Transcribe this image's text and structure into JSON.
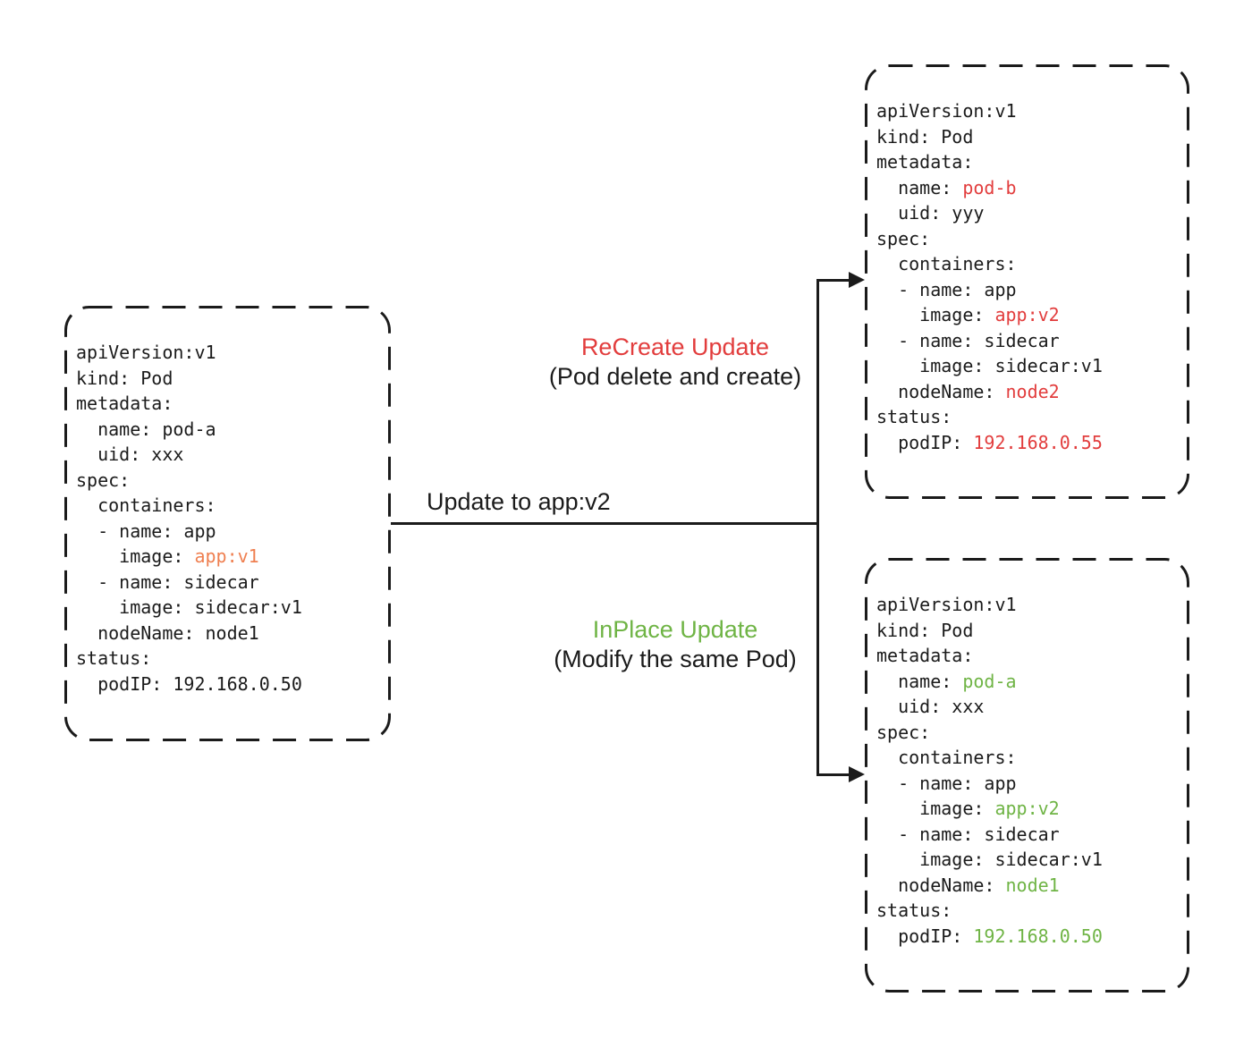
{
  "colors": {
    "ink": "#1b1b1b",
    "red": "#e23d3d",
    "green": "#6fb445",
    "orange": "#ef7f50"
  },
  "labels": {
    "recreate_title": "ReCreate Update",
    "recreate_sub": "(Pod delete and create)",
    "inplace_title": "InPlace Update",
    "inplace_sub": "(Modify the same Pod)",
    "update_to": "Update to app:v2"
  },
  "boxes": {
    "pod_original": {
      "lines": [
        [
          {
            "text": "apiVersion:v1"
          }
        ],
        [
          {
            "text": "kind: Pod"
          }
        ],
        [
          {
            "text": "metadata:"
          }
        ],
        [
          {
            "text": "  name: pod-a"
          }
        ],
        [
          {
            "text": "  uid: xxx"
          }
        ],
        [
          {
            "text": "spec:"
          }
        ],
        [
          {
            "text": "  containers:"
          }
        ],
        [
          {
            "text": "  - name: app"
          }
        ],
        [
          {
            "text": "    image: "
          },
          {
            "text": "app:v1",
            "color": "orange"
          }
        ],
        [
          {
            "text": "  - name: sidecar"
          }
        ],
        [
          {
            "text": "    image: sidecar:v1"
          }
        ],
        [
          {
            "text": "  nodeName: node1"
          }
        ],
        [
          {
            "text": "status:"
          }
        ],
        [
          {
            "text": "  podIP: 192.168.0.50"
          }
        ]
      ]
    },
    "pod_recreate": {
      "lines": [
        [
          {
            "text": "apiVersion:v1"
          }
        ],
        [
          {
            "text": "kind: Pod"
          }
        ],
        [
          {
            "text": "metadata:"
          }
        ],
        [
          {
            "text": "  name: "
          },
          {
            "text": "pod-b",
            "color": "red"
          }
        ],
        [
          {
            "text": "  uid: yyy"
          }
        ],
        [
          {
            "text": "spec:"
          }
        ],
        [
          {
            "text": "  containers:"
          }
        ],
        [
          {
            "text": "  - name: app"
          }
        ],
        [
          {
            "text": "    image: "
          },
          {
            "text": "app:v2",
            "color": "red"
          }
        ],
        [
          {
            "text": "  - name: sidecar"
          }
        ],
        [
          {
            "text": "    image: sidecar:v1"
          }
        ],
        [
          {
            "text": "  nodeName: "
          },
          {
            "text": "node2",
            "color": "red"
          }
        ],
        [
          {
            "text": "status:"
          }
        ],
        [
          {
            "text": "  podIP: "
          },
          {
            "text": "192.168.0.55",
            "color": "red"
          }
        ]
      ]
    },
    "pod_inplace": {
      "lines": [
        [
          {
            "text": "apiVersion:v1"
          }
        ],
        [
          {
            "text": "kind: Pod"
          }
        ],
        [
          {
            "text": "metadata:"
          }
        ],
        [
          {
            "text": "  name: "
          },
          {
            "text": "pod-a",
            "color": "green"
          }
        ],
        [
          {
            "text": "  uid: xxx"
          }
        ],
        [
          {
            "text": "spec:"
          }
        ],
        [
          {
            "text": "  containers:"
          }
        ],
        [
          {
            "text": "  - name: app"
          }
        ],
        [
          {
            "text": "    image: "
          },
          {
            "text": "app:v2",
            "color": "green"
          }
        ],
        [
          {
            "text": "  - name: sidecar"
          }
        ],
        [
          {
            "text": "    image: sidecar:v1"
          }
        ],
        [
          {
            "text": "  nodeName: "
          },
          {
            "text": "node1",
            "color": "green"
          }
        ],
        [
          {
            "text": "status:"
          }
        ],
        [
          {
            "text": "  podIP: "
          },
          {
            "text": "192.168.0.50",
            "color": "green"
          }
        ]
      ]
    }
  }
}
